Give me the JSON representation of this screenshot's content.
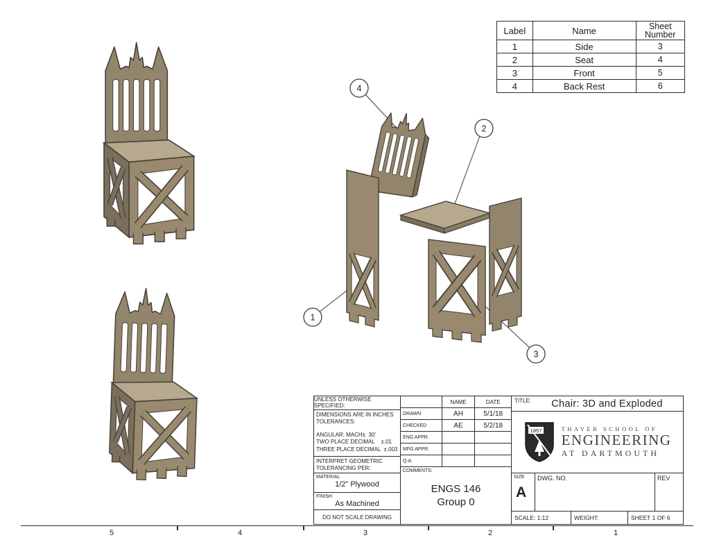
{
  "parts_table": {
    "headers": {
      "label": "Label",
      "name": "Name",
      "sheet": "Sheet Number"
    },
    "rows": [
      {
        "label": "1",
        "name": "Side",
        "sheet": "3"
      },
      {
        "label": "2",
        "name": "Seat",
        "sheet": "4"
      },
      {
        "label": "3",
        "name": "Front",
        "sheet": "5"
      },
      {
        "label": "4",
        "name": "Back Rest",
        "sheet": "6"
      }
    ]
  },
  "balloons": {
    "one": "1",
    "two": "2",
    "three": "3",
    "four": "4"
  },
  "zones": [
    "5",
    "4",
    "3",
    "2",
    "1"
  ],
  "colors": {
    "plywood_light": "#b6a98e",
    "plywood_mid": "#98896f",
    "plywood_dark": "#7b6f5c",
    "line": "#45403a"
  },
  "title_block": {
    "unless": "UNLESS OTHERWISE SPECIFIED:",
    "dims_line1": "DIMENSIONS ARE IN INCHES",
    "dims_line2": "TOLERANCES:",
    "angular": "ANGULAR: MACH±  30'",
    "two_place": "TWO PLACE DECIMAL    ±.01",
    "three_place": "THREE PLACE DECIMAL  ±.003",
    "interpret_line1": "INTERPRET GEOMETRIC",
    "interpret_line2": "TOLERANCING PER:",
    "material_label": "MATERIAL",
    "material_value": "1/2\" Plywood",
    "finish_label": "FINISH",
    "finish_value": "As Machined",
    "do_not_scale": "DO NOT SCALE DRAWING",
    "name_header": "NAME",
    "date_header": "DATE",
    "rows": [
      {
        "label": "DRAWN",
        "name": "AH",
        "date": "5/1/18"
      },
      {
        "label": "CHECKED",
        "name": "AE",
        "date": "5/2/18"
      },
      {
        "label": "ENG APPR.",
        "name": "",
        "date": ""
      },
      {
        "label": "MFG APPR.",
        "name": "",
        "date": ""
      },
      {
        "label": "Q.A.",
        "name": "",
        "date": ""
      }
    ],
    "comments_label": "COMMENTS:",
    "project_line1": "ENGS 146",
    "project_line2": "Group 0",
    "title_label": "TITLE:",
    "title_value": "Chair: 3D and Exploded",
    "logo": {
      "year": "1857",
      "line1": "THAYER SCHOOL OF",
      "line2": "ENGINEERING",
      "line3": "AT DARTMOUTH"
    },
    "size_label": "SIZE",
    "size_value": "A",
    "dwg_label": "DWG.  NO.",
    "rev_label": "REV",
    "scale": "SCALE: 1:12",
    "weight": "WEIGHT:",
    "sheet": "SHEET 1 OF 6"
  }
}
